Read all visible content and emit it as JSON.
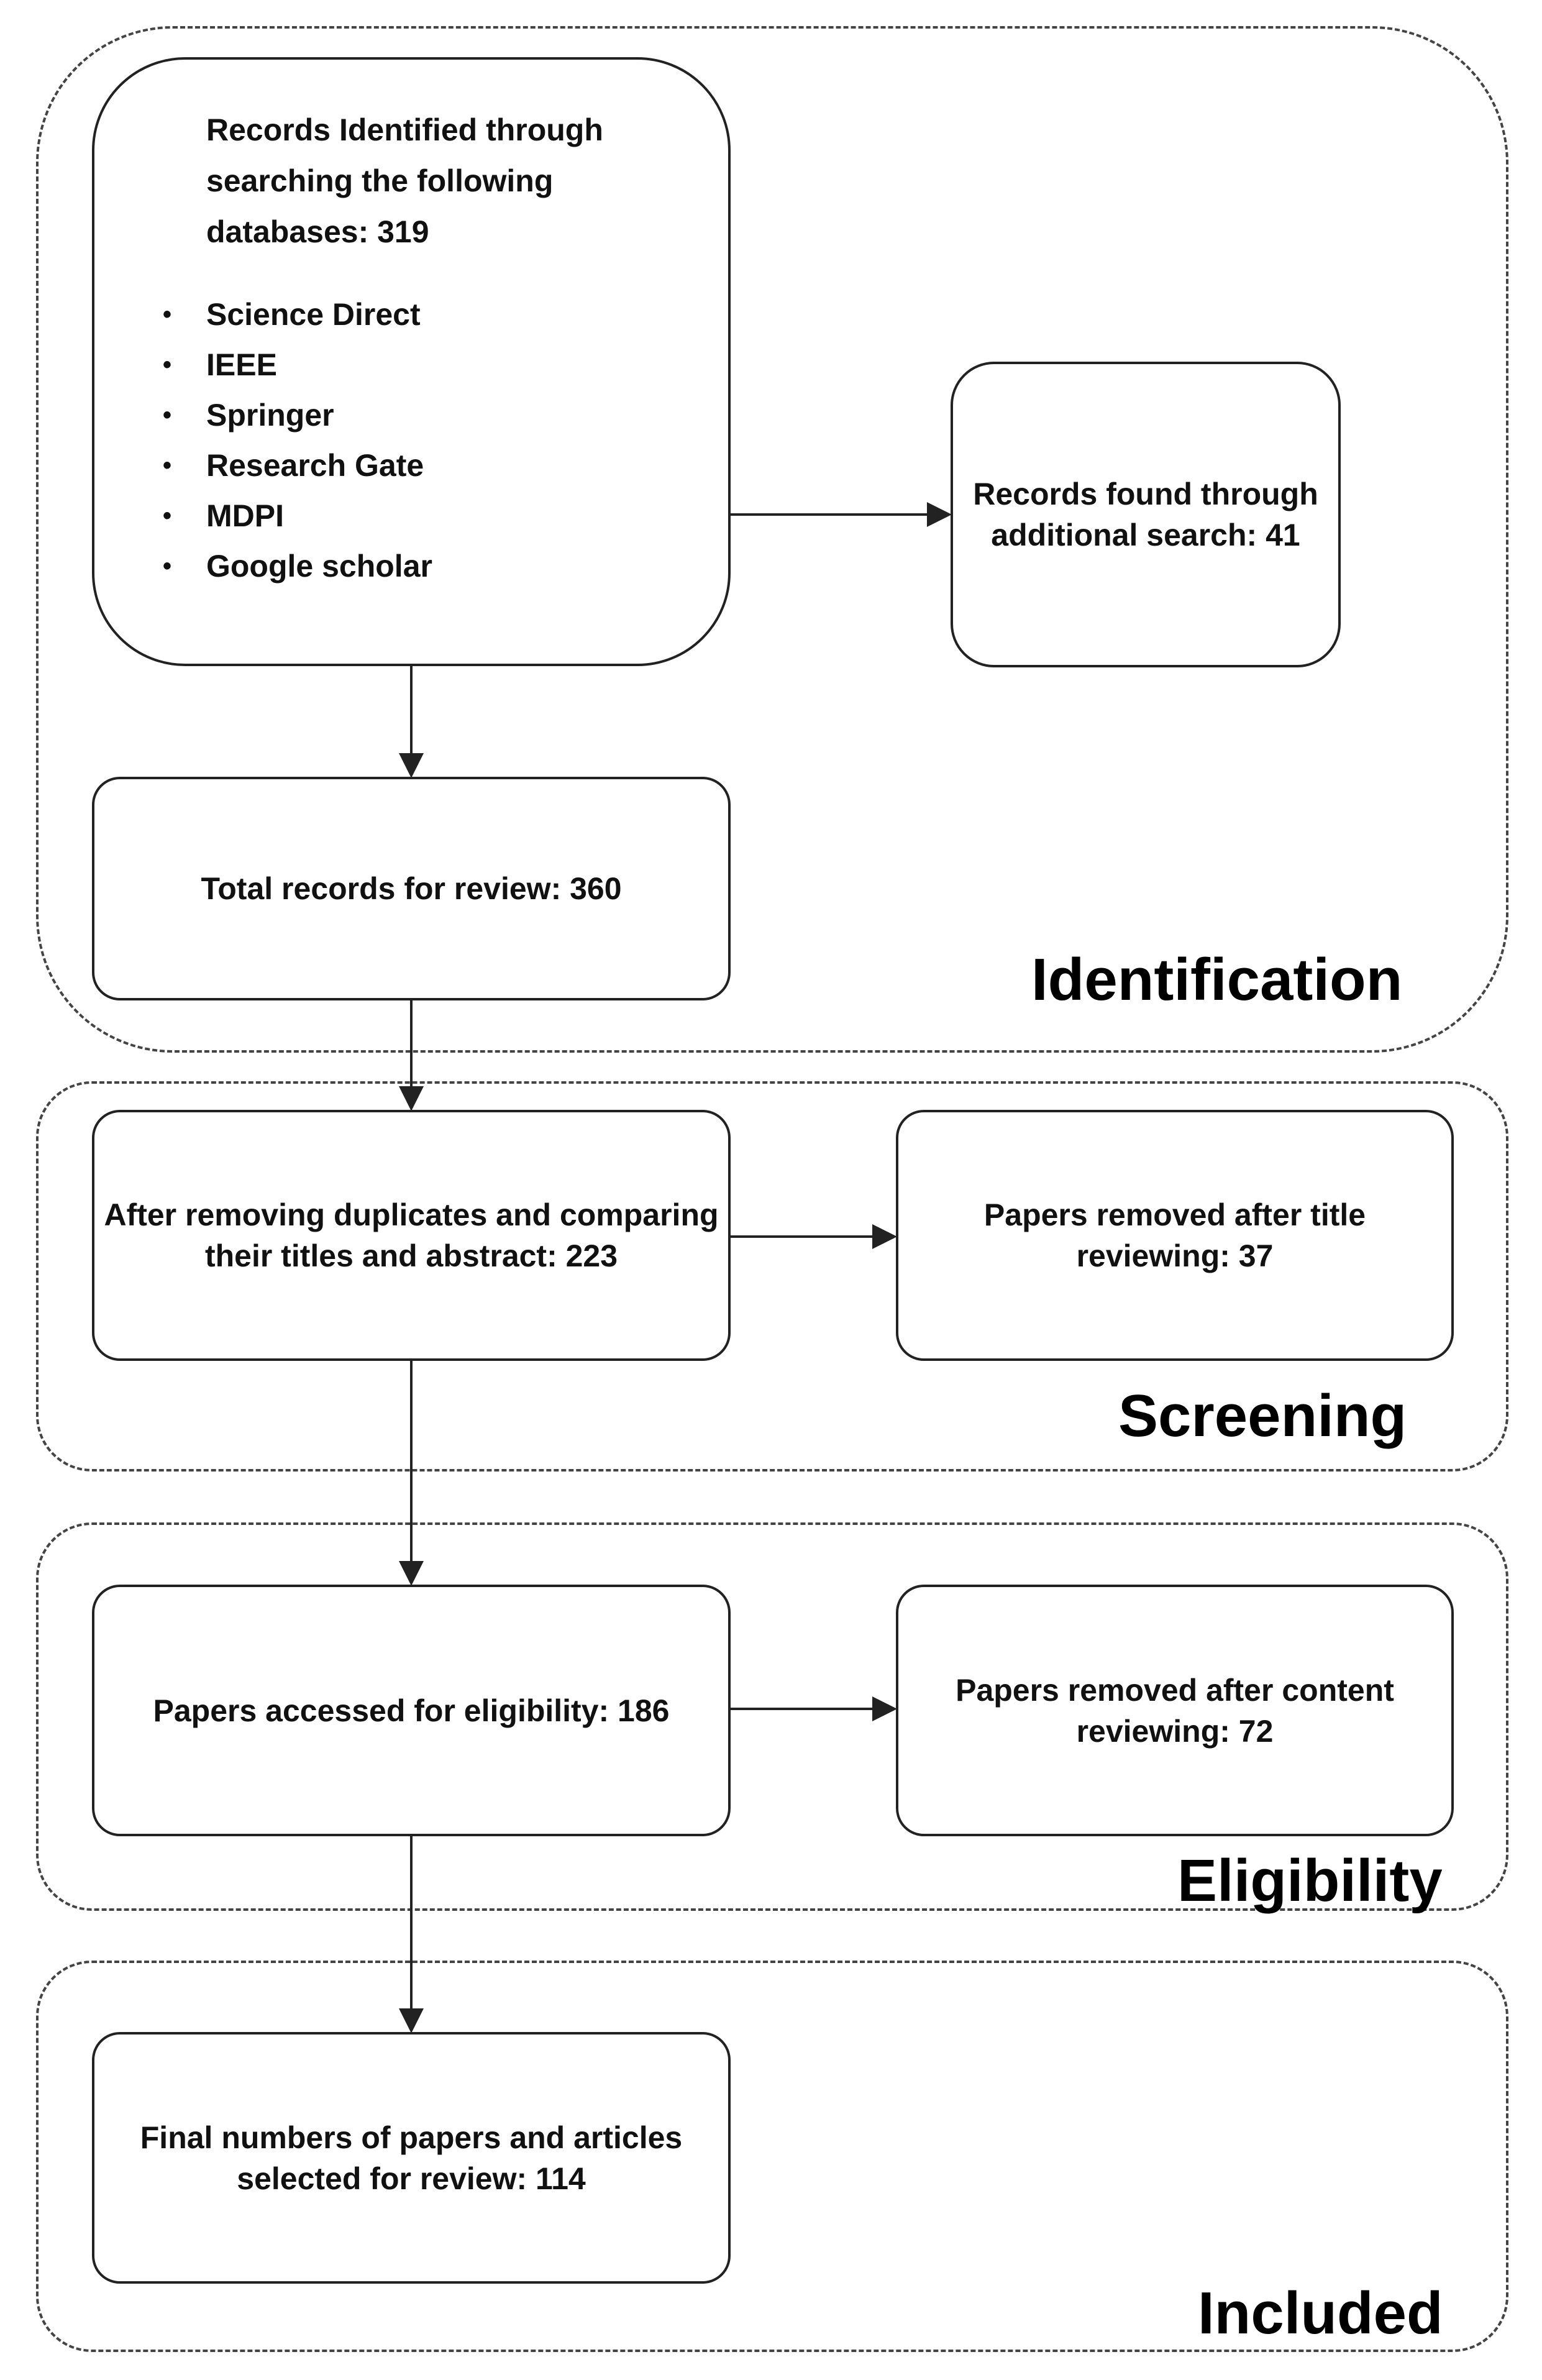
{
  "phases": {
    "identification": "Identification",
    "screening": "Screening",
    "eligibility": "Eligibility",
    "included": "Included"
  },
  "boxes": {
    "records_identified": {
      "title": "Records Identified through searching the following databases: 319",
      "sources": [
        "Science Direct",
        "IEEE",
        "Springer",
        "Research Gate",
        "MDPI",
        "Google scholar"
      ]
    },
    "additional_search": "Records found through additional search: 41",
    "total_records": "Total records for review: 360",
    "after_duplicates": "After removing duplicates and comparing their titles and abstract: 223",
    "removed_title": "Papers removed after title reviewing: 37",
    "assessed_eligibility": "Papers accessed for eligibility: 186",
    "removed_content": "Papers removed after content reviewing: 72",
    "final_selected": "Final numbers of papers and articles selected for review: 114"
  },
  "colors": {
    "box_border": "#222222",
    "phase_border": "#444444",
    "arrow": "#222222"
  }
}
